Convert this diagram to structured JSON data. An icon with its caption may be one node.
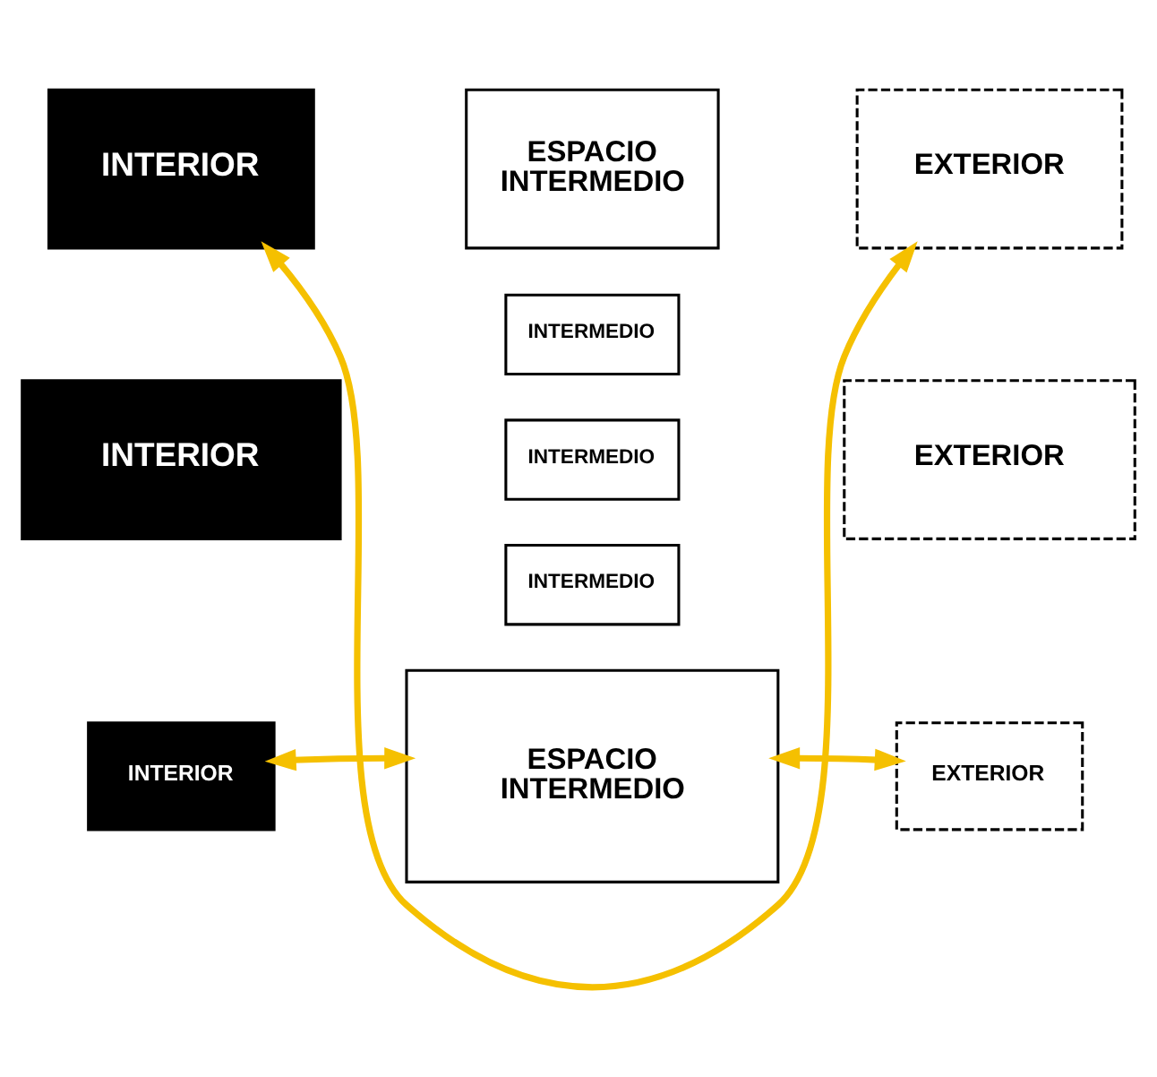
{
  "diagram": {
    "nodes": [
      {
        "text": [
          "INTERIOR"
        ]
      },
      {
        "text": [
          "ESPACIO INTERMEDIO"
        ]
      },
      {
        "text": [
          "EXTERIOR"
        ]
      },
      {
        "text": [
          "INTERIOR"
        ]
      },
      {
        "text": [
          "INTERMEDIO"
        ]
      },
      {
        "text": [
          "INTERMEDIO"
        ]
      },
      {
        "text": [
          "INTERMEDIO"
        ]
      },
      {
        "text": [
          "EXTERIOR"
        ]
      },
      {
        "text": [
          "INTERIOR"
        ]
      },
      {
        "text": [
          "ESPACIO INTERMEDIO"
        ]
      },
      {
        "text": [
          "EXTERIOR"
        ]
      }
    ],
    "edges": [
      {
        "from": 0,
        "to": 2,
        "arrow": "both",
        "color": "#f5c000"
      },
      {
        "from": 8,
        "to": 9,
        "arrow": "both",
        "color": "#f5c000"
      },
      {
        "from": 9,
        "to": 10,
        "arrow": "both",
        "color": "#f5c000"
      }
    ]
  }
}
